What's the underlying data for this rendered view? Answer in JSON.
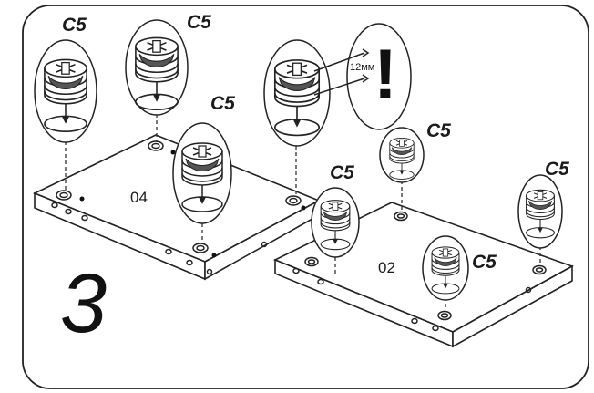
{
  "step_number": "3",
  "panels": [
    {
      "id": "left",
      "label": "04"
    },
    {
      "id": "right",
      "label": "02"
    }
  ],
  "part_code": "C5",
  "callout": {
    "measure": "12мм",
    "mark": "!"
  }
}
